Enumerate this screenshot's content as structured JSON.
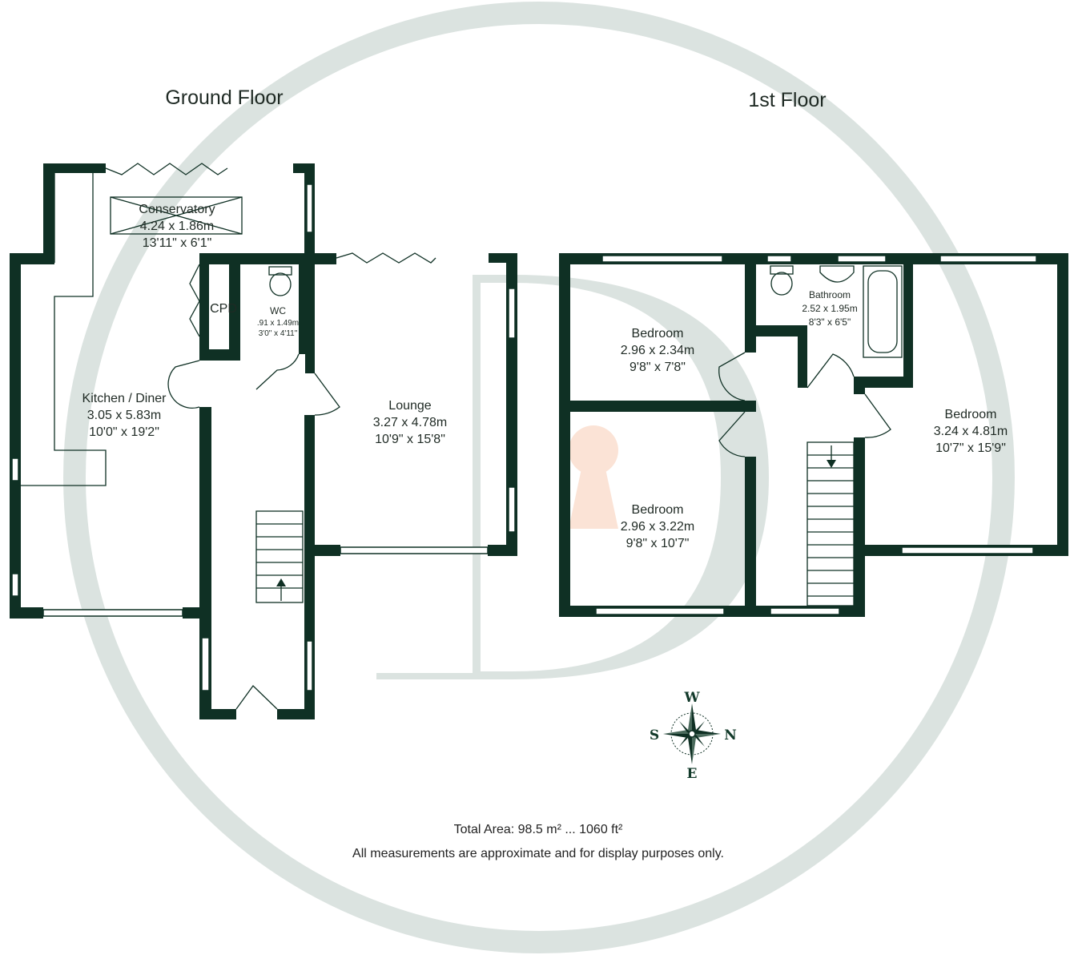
{
  "floors": {
    "ground": {
      "title": "Ground Floor",
      "rooms": {
        "conservatory": {
          "name": "Conservatory",
          "metric": "4.24 x 1.86m",
          "imperial": "13'11\" x 6'1\""
        },
        "cpd": {
          "name": "CPD"
        },
        "wc": {
          "name": "WC",
          "metric": ".91 x 1.49m",
          "imperial": "3'0\" x 4'11\""
        },
        "kitchen": {
          "name": "Kitchen / Diner",
          "metric": "3.05 x 5.83m",
          "imperial": "10'0\" x 19'2\""
        },
        "lounge": {
          "name": "Lounge",
          "metric": "3.27 x 4.78m",
          "imperial": "10'9\" x 15'8\""
        }
      }
    },
    "first": {
      "title": "1st Floor",
      "rooms": {
        "bedroom1": {
          "name": "Bedroom",
          "metric": "2.96 x 2.34m",
          "imperial": "9'8\" x 7'8\""
        },
        "bathroom": {
          "name": "Bathroom",
          "metric": "2.52 x 1.95m",
          "imperial": "8'3\" x 6'5\""
        },
        "bedroom2": {
          "name": "Bedroom",
          "metric": "3.24 x 4.81m",
          "imperial": "10'7\" x 15'9\""
        },
        "bedroom3": {
          "name": "Bedroom",
          "metric": "2.96 x 3.22m",
          "imperial": "9'8\" x 10'7\""
        }
      }
    }
  },
  "compass": {
    "top": "W",
    "left": "S",
    "right": "N",
    "bottom": "E"
  },
  "footer": {
    "total_area": "Total Area: 98.5 m² ... 1060 ft²",
    "disclaimer": "All measurements are approximate and for display purposes only."
  },
  "colors": {
    "wall": "#0f3024",
    "watermark": "#dbe3e0",
    "keyhole": "#fbe3d6",
    "text": "#1f2a24"
  }
}
